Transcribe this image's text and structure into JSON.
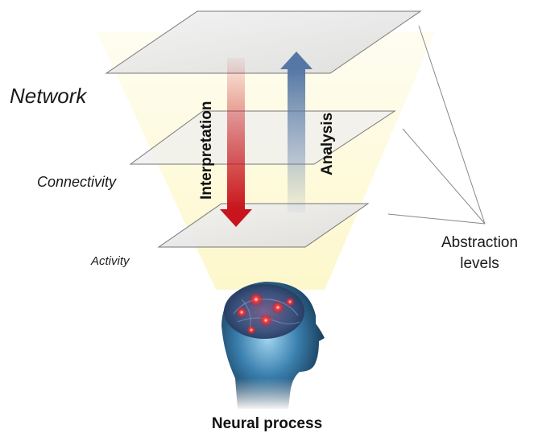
{
  "levels": {
    "network": "Network",
    "connectivity": "Connectivity",
    "activity": "Activity"
  },
  "arrows": {
    "down_label": "Interpretation",
    "up_label": "Analysis"
  },
  "abstraction_label": [
    "Abstraction",
    "levels"
  ],
  "bottom_caption": "Neural process",
  "colors": {
    "interpretation_arrow": "#c8141c",
    "analysis_arrow": "#5577a6",
    "light_cone": "#fdf7c8",
    "plane_fill": "#ebebeb",
    "brain_glow": "#ff3333",
    "head": "#1c4f73"
  },
  "icons": [
    "brain-head-image"
  ]
}
